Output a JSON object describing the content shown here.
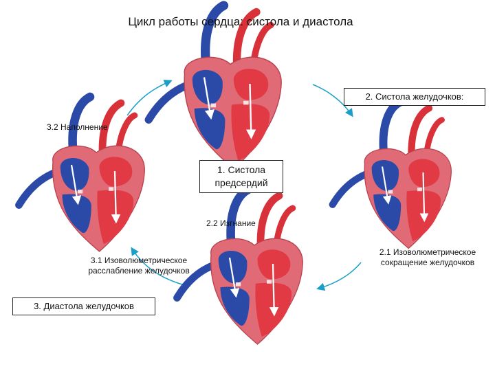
{
  "title": "Цикл работы сердца: систола и диастола",
  "phases": {
    "atrial_systole": "1. Систола предсердий",
    "ventricular_systole": "2. Систола желудочков:",
    "isovolumetric_contraction": "2.1 Изоволюметрическое сокращение желудочков",
    "ejection": "2.2 Изгнание",
    "ventricular_diastole": "3. Диастола желудочков",
    "isovolumetric_relaxation": "3.1 Изоволюметрическое расслабление желудочков",
    "filling": "3.2 Наполнение"
  },
  "colors": {
    "arrow": "#1aa0c8",
    "venous_blue": "#2b4aa8",
    "arterial_red": "#d8313a",
    "myocardium": "#e06a76",
    "chamber_red": "#e23a45",
    "flow_arrow": "#ffffff"
  }
}
